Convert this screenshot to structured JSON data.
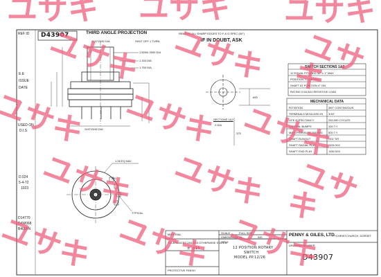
{
  "header": {
    "projection": "THIRD ANGLE PROJECTION",
    "note_line": "REMOVE ALL SHARP EDGES TO F & G SPEC (50°)",
    "if_in_doubt": "IF IN DOUBT, ASK",
    "ref_corner": "REF ID",
    "drawing_no_box": "D43907"
  },
  "left_margin": {
    "eng": "E.E",
    "issue": "ISSUE",
    "date": "DATE",
    "used_on": "USED ON",
    "used_on_ref": "D.I.S",
    "note1": "D.024",
    "note2": "5-4-72",
    "note3": "1023",
    "ref1": "D14770",
    "ref2": "D4W068",
    "ref3": "B4009N"
  },
  "dims": {
    "d1": "2497/2492 DIA",
    "d2": "SHUT OFF 1 TURN",
    "d3": "1.5000/.2500 DIA",
    "d4": "1.333 DIA",
    "d5": "1.750 DIA",
    "d6": "2497/2492 DIA",
    "d7": "1.08 EQ NAV",
    "d8": ".250",
    "d9": "TYPICAL",
    "d10": ".600",
    "d11": ".375",
    "d12": "2 DIA",
    "d13": "SECTIONS 1&2"
  },
  "switch_sections": {
    "title": "SWITCH SECTIONS 1&2",
    "rows": [
      "12 EQUAL PITCHED 30° ± 1° MAX",
      "POSITION TO DETENT",
      "SHAFT AT POSITION 4° ON",
      "RATING 0.5A ADJ RESISTIVE LOAD"
    ]
  },
  "mechanical": {
    "title": "MECHANICAL DATA",
    "rows": [
      {
        "label": "ROTATION",
        "value": "360° CONTINUOUS"
      },
      {
        "label": "TERMINALS MOULDED IN",
        "value": "3/16\""
      },
      {
        "label": "LIFE EXPECTANCY",
        "value": "250,000 CYCLES"
      },
      {
        "label": "LATERAL BUMPS",
        "value": "100 T.Y"
      },
      {
        "label": "MAX. PRESSURE RATING",
        "value": "500 T.Y"
      },
      {
        "label": "SHAFT RUNOUT",
        "value": ".002 TIR"
      },
      {
        "label": "SHAFT RADIAL PLAY",
        "value": ".003/.002"
      },
      {
        "label": "SHAFT END PLAY",
        "value": ".005/.003"
      }
    ]
  },
  "title_block": {
    "material_label": "MATERIAL",
    "scale_label": "SCALE",
    "scale_value": "FULL SIZE",
    "dimensions_label": "DIMENSIONS IN",
    "dimensions_value": "INS",
    "company": "PENNY & GILES, LTD.",
    "company_loc": "CHRISTCHURCH, DORSET",
    "title_label": "TITLE",
    "title_line1": "12 POSITION ROTARY",
    "title_line2": "SWITCH",
    "title_line3": "MODEL PP.12/26",
    "tolerances_label": "TOLERANCES UNLESS OTHERWISE STATED",
    "tol_value": "± .010",
    "protective_label": "PROTECTIVE FINISH",
    "drawing_number_label": "DRAWING NUMBER",
    "drawing_number": "D43907"
  },
  "watermark": {
    "text": "ユサキ",
    "color": "#ef5a78"
  }
}
